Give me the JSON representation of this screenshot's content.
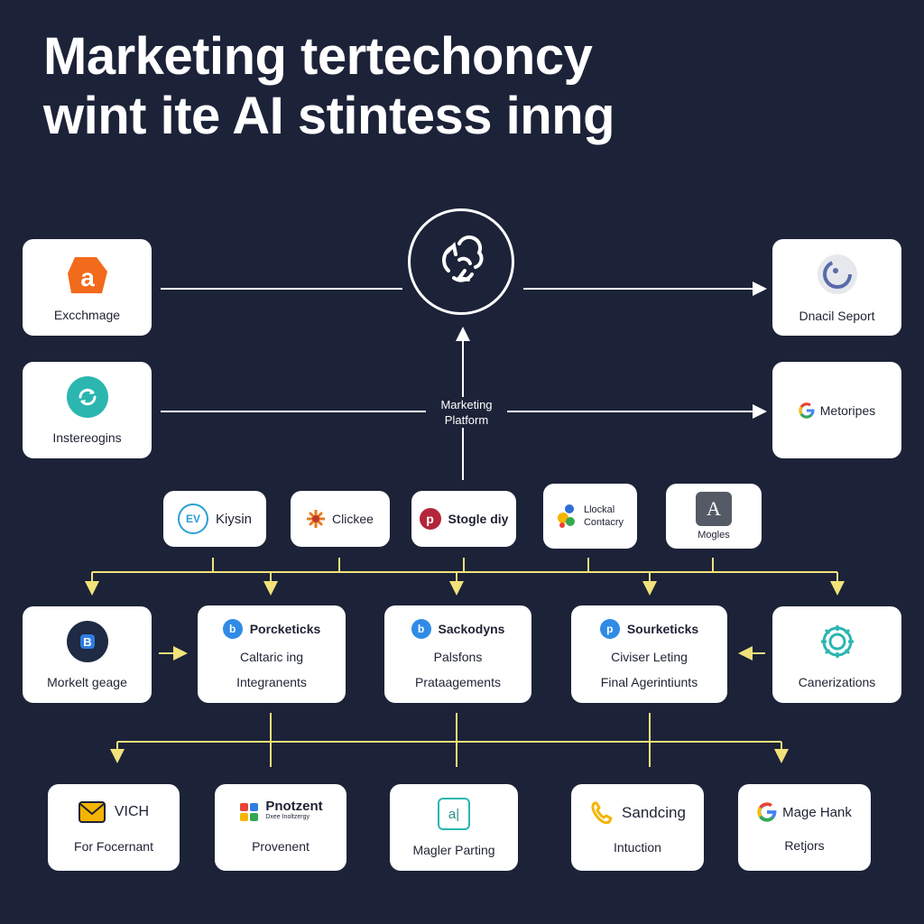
{
  "title": {
    "line1": "Marketing tertechoncy",
    "line2": "wint ite AI stintess inng"
  },
  "colors": {
    "background": "#1c2238",
    "connector_white": "#ffffff",
    "connector_yellow": "#f2e27a",
    "card": "#ffffff"
  },
  "hub": {
    "icon": "sync-arrows-icon"
  },
  "platform_label": {
    "line1": "Marketing",
    "line2": "Platform"
  },
  "left_cards": [
    {
      "label": "Excchmage",
      "icon": "a-logo-icon"
    },
    {
      "label": "Instereogins",
      "icon": "teal-circle-icon"
    }
  ],
  "right_cards": [
    {
      "label": "Dnacil Seport",
      "icon": "gray-ring-icon"
    },
    {
      "label": "Metoripes",
      "icon": "google-g-icon"
    }
  ],
  "chips": [
    {
      "text": "Kiysin",
      "icon": "ev-logo-icon",
      "icon_text": "EV"
    },
    {
      "text": "Clickee",
      "icon": "orange-burst-icon"
    },
    {
      "text": "Stogle diy",
      "icon": "red-p-icon"
    },
    {
      "line1": "Llockal",
      "line2": "Contacry",
      "icon": "multicolor-logo-icon"
    },
    {
      "text": "Mogles",
      "icon": "a-monogram-icon",
      "icon_text": "A"
    }
  ],
  "middle_row": {
    "left": {
      "label": "Morkelt geage",
      "icon": "blue-b-icon"
    },
    "boxes": [
      {
        "header": "Porcketicks",
        "line1": "Caltaric ing",
        "line2": "Integranents",
        "icon": "blue-b-badge-icon"
      },
      {
        "header": "Sackodyns",
        "line1": "Palsfons",
        "line2": "Prataagements",
        "icon": "blue-b-badge-icon"
      },
      {
        "header": "Sourketicks",
        "line1": "Civiser Leting",
        "line2": "Final Agerintiunts",
        "icon": "blue-p-badge-icon"
      }
    ],
    "right": {
      "label": "Canerizations",
      "icon": "gear-icon"
    }
  },
  "bottom_row": [
    {
      "title": "VICH",
      "label": "For Focernant",
      "icon": "envelope-icon"
    },
    {
      "title": "Pnotzent",
      "sub": "Dxee Inoltzergy",
      "label": "Provenent",
      "icon": "pinwheel-icon"
    },
    {
      "label": "Magler Parting",
      "icon": "doc-al-icon",
      "icon_text": "a|"
    },
    {
      "title": "Sandcing",
      "label": "Intuction",
      "icon": "yellow-phone-icon"
    },
    {
      "title": "Mage Hank",
      "label": "Retjors",
      "icon": "google-g-icon"
    }
  ]
}
